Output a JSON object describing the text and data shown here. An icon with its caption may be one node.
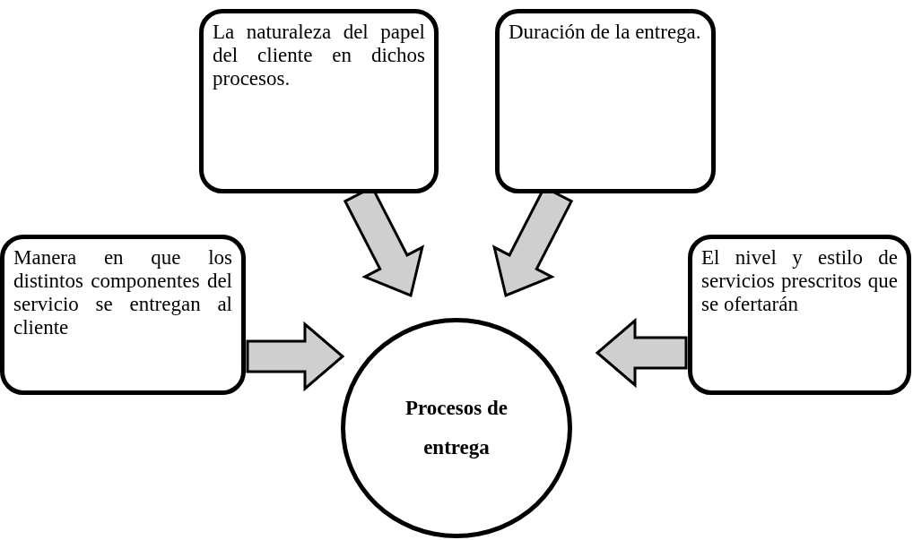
{
  "diagram": {
    "nodes": [
      {
        "text": [
          "La naturaleza del papel del cliente en dichos procesos."
        ]
      },
      {
        "text": [
          "Duración de la entrega."
        ]
      },
      {
        "text": [
          "Manera en que los distintos componentes del servicio se entregan al cliente"
        ]
      },
      {
        "text": [
          "El nivel y estilo de servicios prescritos que se ofertarán"
        ]
      },
      {
        "text": [
          "Procesos de entrega"
        ]
      }
    ],
    "edges": [
      {
        "from": 0,
        "to": 4,
        "arrow": "to",
        "style": "thick"
      },
      {
        "from": 1,
        "to": 4,
        "arrow": "to",
        "style": "thick"
      },
      {
        "from": 2,
        "to": 4,
        "arrow": "to",
        "style": "thick"
      },
      {
        "from": 3,
        "to": 4,
        "arrow": "to",
        "style": "thick"
      }
    ]
  }
}
